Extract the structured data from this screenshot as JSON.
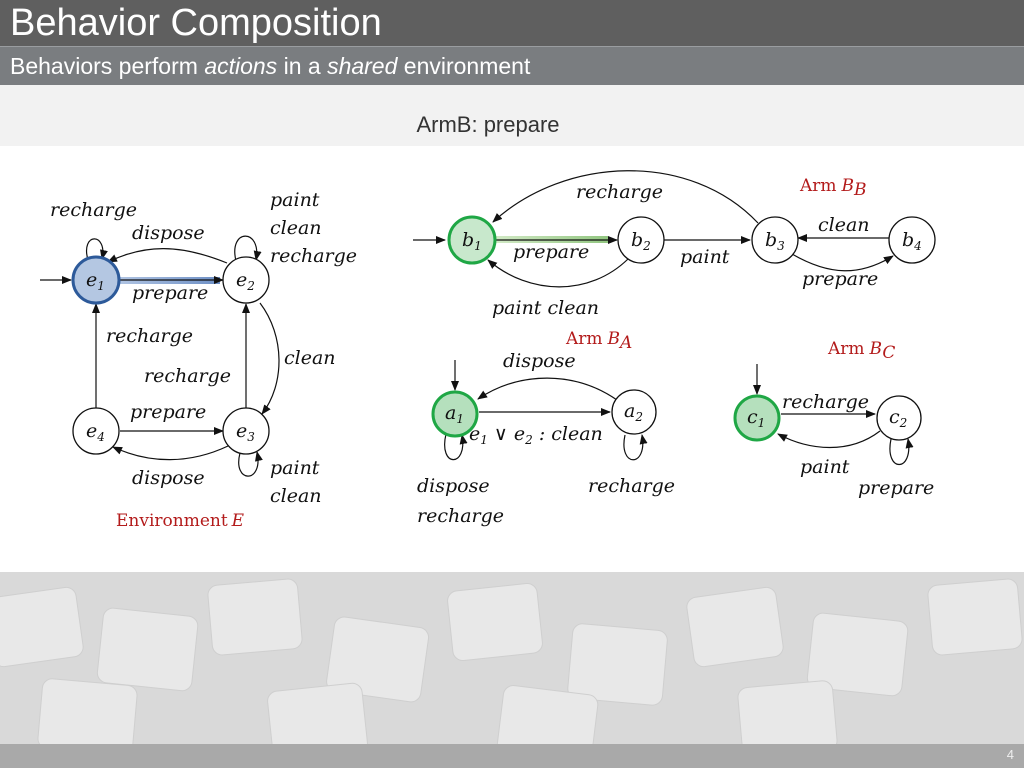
{
  "slide": {
    "title": "Behavior Composition",
    "subtitle_pre": "Behaviors perform ",
    "subtitle_actions": "actions",
    "subtitle_mid": " in a ",
    "subtitle_shared": "shared",
    "subtitle_post": " environment",
    "caption": "ArmB: prepare",
    "page_number": "4"
  },
  "colors": {
    "blue_highlight": "#4f77b0",
    "green_highlight": "#1fa745",
    "caption_red": "#b31b1b"
  },
  "environment": {
    "title": "Environment",
    "title_symbol": "E",
    "states": [
      {
        "id": "e1",
        "base": "e",
        "sub": "1"
      },
      {
        "id": "e2",
        "base": "e",
        "sub": "2"
      },
      {
        "id": "e3",
        "base": "e",
        "sub": "3"
      },
      {
        "id": "e4",
        "base": "e",
        "sub": "4"
      }
    ],
    "labels": {
      "e1_loop": "recharge",
      "e2_e1": "dispose",
      "e1_e2": "prepare",
      "e2_loop_1": "paint",
      "e2_loop_2": "clean",
      "e2_loop_3": "recharge",
      "e4_e1": "recharge",
      "e2_e3": "clean",
      "e3_e2": "recharge",
      "e4_e3": "prepare",
      "e3_e4": "dispose",
      "e3_loop_1": "paint",
      "e3_loop_2": "clean"
    }
  },
  "arm_b": {
    "title": "Arm",
    "title_symbol": "B",
    "title_sub": "B",
    "states": [
      {
        "id": "b1",
        "base": "b",
        "sub": "1"
      },
      {
        "id": "b2",
        "base": "b",
        "sub": "2"
      },
      {
        "id": "b3",
        "base": "b",
        "sub": "3"
      },
      {
        "id": "b4",
        "base": "b",
        "sub": "4"
      }
    ],
    "labels": {
      "b3_b1": "recharge",
      "b1_b2": "prepare",
      "b2_b3": "paint",
      "b4_b3": "clean",
      "b3_b4": "prepare",
      "b2_b1": "paint  clean"
    }
  },
  "arm_a": {
    "title": "Arm",
    "title_symbol": "B",
    "title_sub": "A",
    "states": [
      {
        "id": "a1",
        "base": "a",
        "sub": "1"
      },
      {
        "id": "a2",
        "base": "a",
        "sub": "2"
      }
    ],
    "labels": {
      "a2_a1": "dispose",
      "a1_a2_e1": "e",
      "a1_a2_s1": "1",
      "a1_a2_or": " ∨ ",
      "a1_a2_e2": "e",
      "a1_a2_s2": "2",
      "a1_a2_tail": " : clean",
      "a1_loop_1": "dispose",
      "a1_loop_2": "recharge",
      "a2_loop": "recharge"
    }
  },
  "arm_c": {
    "title": "Arm",
    "title_symbol": "B",
    "title_sub": "C",
    "states": [
      {
        "id": "c1",
        "base": "c",
        "sub": "1"
      },
      {
        "id": "c2",
        "base": "c",
        "sub": "2"
      }
    ],
    "labels": {
      "c1_c2": "recharge",
      "c2_c1": "paint",
      "c2_loop": "prepare"
    }
  }
}
